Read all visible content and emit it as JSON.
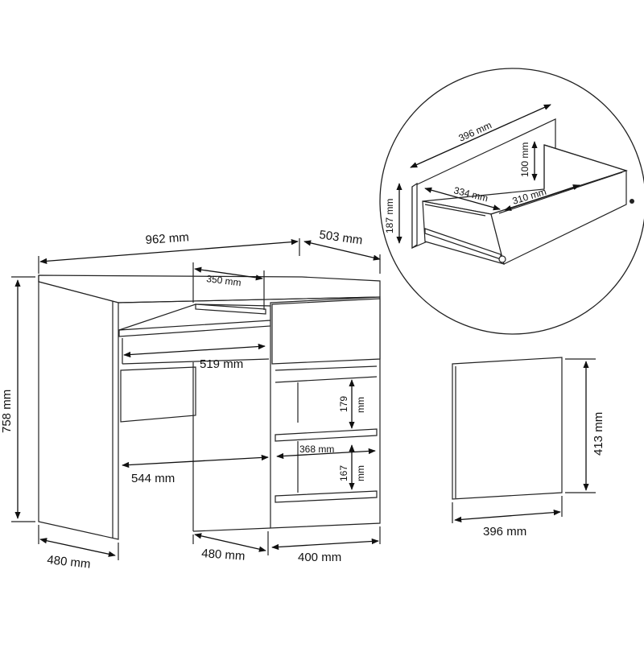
{
  "desk": {
    "width": "962 mm",
    "depth": "503 mm",
    "height": "758 mm",
    "keyboard_tray_depth": "350 mm",
    "keyboard_tray_width": "519 mm",
    "left_leg_depth": "480 mm",
    "knee_space_width": "544 mm",
    "cabinet_depth": "480 mm",
    "cabinet_width": "400 mm",
    "shelf_upper_height_value": "179",
    "shelf_upper_height_unit": "mm",
    "shelf_width": "368 mm",
    "shelf_lower_height_value": "167",
    "shelf_lower_height_unit": "mm"
  },
  "drawer": {
    "front_width": "396 mm",
    "front_height": "187 mm",
    "side_height": "100 mm",
    "inner_depth": "334 mm",
    "inner_width": "310 mm"
  },
  "front_panel": {
    "height": "413 mm",
    "width": "396 mm"
  }
}
